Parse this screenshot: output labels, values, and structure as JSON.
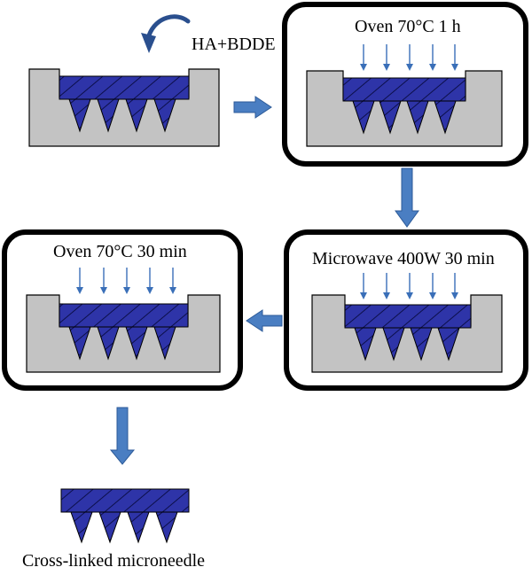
{
  "labels": {
    "reagent": "HA+BDDE",
    "step_oven_1h": "Oven 70°C 1 h",
    "step_microwave": "Microwave 400W 30 min",
    "step_oven_30min": "Oven 70°C 30 min",
    "final_product": "Cross-linked microneedle"
  },
  "colors": {
    "mold": "#c3c3c3",
    "needle_fill": "#2e34a8",
    "needle_hatch": "#0c0f4a",
    "heat_arrow": "#3a6fb8",
    "flow_arrow": "#4a7ec2",
    "frame": "#000000"
  },
  "icons": {
    "pour": "curved-arrow-icon",
    "heat": "down-arrow-icon",
    "flow": "block-arrow-icon"
  }
}
